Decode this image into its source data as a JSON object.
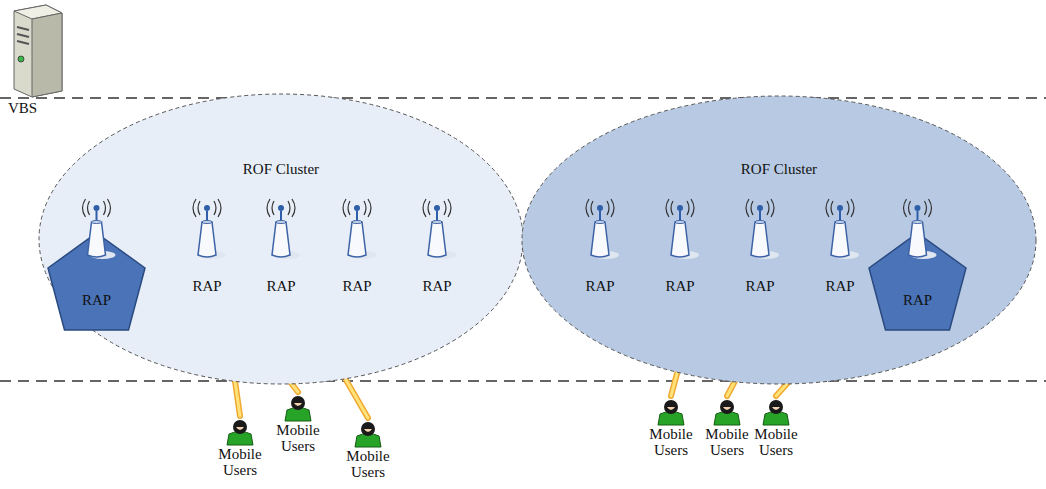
{
  "diagram": {
    "nodes": [
      {
        "text": [
          "VBS"
        ]
      },
      {
        "text": [
          "ROF Cluster"
        ]
      },
      {
        "text": [
          "RAP"
        ],
        "in": 1
      },
      {
        "text": [
          "RAP"
        ],
        "in": 1
      },
      {
        "text": [
          "RAP"
        ],
        "in": 1
      },
      {
        "text": [
          "RAP"
        ],
        "in": 1
      },
      {
        "text": [
          "RAP"
        ],
        "in": 1
      },
      {
        "text": [
          "ROF Cluster"
        ]
      },
      {
        "text": [
          "RAP"
        ],
        "in": 7
      },
      {
        "text": [
          "RAP"
        ],
        "in": 7
      },
      {
        "text": [
          "RAP"
        ],
        "in": 7
      },
      {
        "text": [
          "RAP"
        ],
        "in": 7
      },
      {
        "text": [
          "RAP"
        ],
        "in": 7
      },
      {
        "text": [
          "Mobile Users"
        ]
      },
      {
        "text": [
          "Mobile Users"
        ]
      },
      {
        "text": [
          "Mobile Users"
        ]
      },
      {
        "text": [
          "Mobile Users"
        ]
      },
      {
        "text": [
          "Mobile Users"
        ]
      },
      {
        "text": [
          "Mobile Users"
        ]
      }
    ],
    "edges": [
      {
        "from": 3,
        "to": 13,
        "arrow": "none"
      },
      {
        "from": 3,
        "to": 14,
        "arrow": "none"
      },
      {
        "from": 4,
        "to": 15,
        "arrow": "none"
      },
      {
        "from": 9,
        "to": 16,
        "arrow": "none"
      },
      {
        "from": 10,
        "to": 17,
        "arrow": "none"
      },
      {
        "from": 11,
        "to": 18,
        "arrow": "none"
      }
    ]
  }
}
